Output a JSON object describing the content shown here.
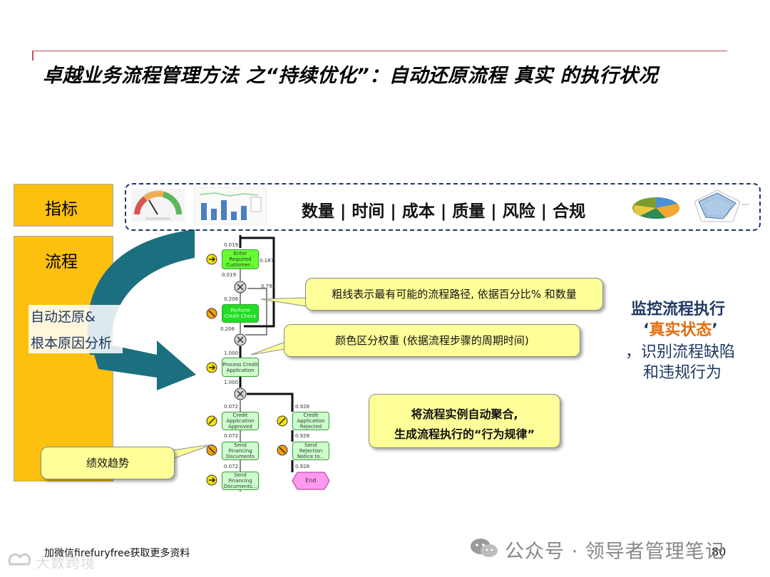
{
  "title": "卓越业务流程管理方法 之“持续优化”：自动还原流程 真实 的执行状况",
  "left_labels": {
    "metrics": "指标",
    "process": "流程",
    "auto_restore_1": "自动还原&",
    "auto_restore_2": "根本原因分析"
  },
  "metrics_bar": "数量 | 时间 | 成本 | 质量 | 风险 | 合规",
  "process_flow": {
    "steps": {
      "enter": "Enter Required Customer...",
      "perform": "Perform Credit Check",
      "process": "Process Credit Application",
      "approved": "Credit Application Approved",
      "rejected": "Credit Application Rejected",
      "send_fin1": "Send Financing Documents",
      "send_rej": "Send Rejection Notice to...",
      "send_fin2": "Send Financing Documents...",
      "end": "End"
    },
    "probabilities": {
      "p1": "0.019",
      "p2": "0.187",
      "p3": "0.019",
      "p4": "0.794",
      "p5": "0.206",
      "p6": "0.206",
      "p7": "1.000",
      "p8": "1.000",
      "p9": "0.072",
      "p10": "0.928",
      "p11": "0.072",
      "p12": "0.928",
      "p13": "0.072",
      "p14": "0.928"
    }
  },
  "callouts": {
    "thick_line": "粗线表示最有可能的流程路径, 依据百分比% 和数量",
    "color": "颜色区分权重 (依据流程步骤的周期时间)",
    "aggregate_1": "将流程实例自动聚合,",
    "aggregate_2": "生成流程执行的“行为规律”",
    "performance": "绩效趋势"
  },
  "right_panel": {
    "line1": "监控流程执行",
    "quote_open": "‘",
    "highlight": "真实状态",
    "quote_close": "’",
    "line3": "，识别流程缺陷",
    "line4": "和违规行为"
  },
  "footer": {
    "left": "加微信firefuryfree获取更多资料",
    "page": "80",
    "watermark_right": "公众号 · 领导者管理笔记",
    "watermark_left": "大数跨境"
  },
  "colors": {
    "accent_gold": "#fdc00f",
    "teal_arrow": "#1b6f7f",
    "highlight_orange": "#e46c0a",
    "dark_blue_text": "#1f3864",
    "callout_yellow": "#ffff99"
  }
}
